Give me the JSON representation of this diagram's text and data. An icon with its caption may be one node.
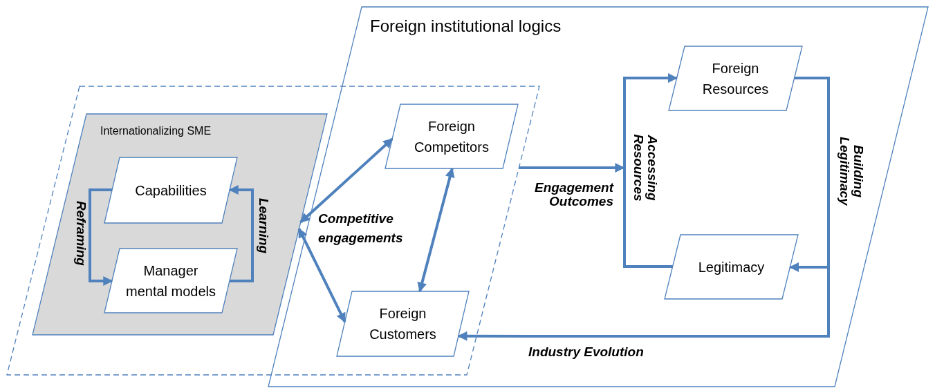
{
  "diagram": {
    "nodes": [
      {
        "text": [
          "Foreign institutional logics"
        ]
      },
      {
        "text": [
          "Competitive engagements"
        ]
      },
      {
        "text": [
          "Internationalizing SME"
        ],
        "in": 1
      },
      {
        "text": [
          "Capabilities"
        ],
        "in": 2
      },
      {
        "text": [
          "Manager mental models"
        ],
        "in": 2
      },
      {
        "text": [
          "Foreign Competitors"
        ]
      },
      {
        "text": [
          "Foreign Customers"
        ]
      },
      {
        "text": [
          "Foreign Resources"
        ],
        "in": 0
      },
      {
        "text": [
          "Legitimacy"
        ],
        "in": 0
      }
    ],
    "edges": [
      {
        "from": 3,
        "to": 4,
        "arrow": "to",
        "label": "Reframing"
      },
      {
        "from": 4,
        "to": 3,
        "arrow": "to",
        "label": "Learning"
      },
      {
        "from": 5,
        "to": 2,
        "arrow": "both"
      },
      {
        "from": 2,
        "to": 6,
        "arrow": "both"
      },
      {
        "from": 5,
        "to": 6,
        "arrow": "both"
      },
      {
        "from": 1,
        "to": null,
        "arrow": "to",
        "label": "Engagement Outcomes"
      },
      {
        "from": 8,
        "to": 7,
        "arrow": "to",
        "label": "Accessing Resources"
      },
      {
        "from": 7,
        "to": 8,
        "arrow": "to",
        "label": "Building Legitimacy"
      },
      {
        "from": 7,
        "to": 6,
        "arrow": "to",
        "label": "Industry Evolution"
      }
    ]
  }
}
